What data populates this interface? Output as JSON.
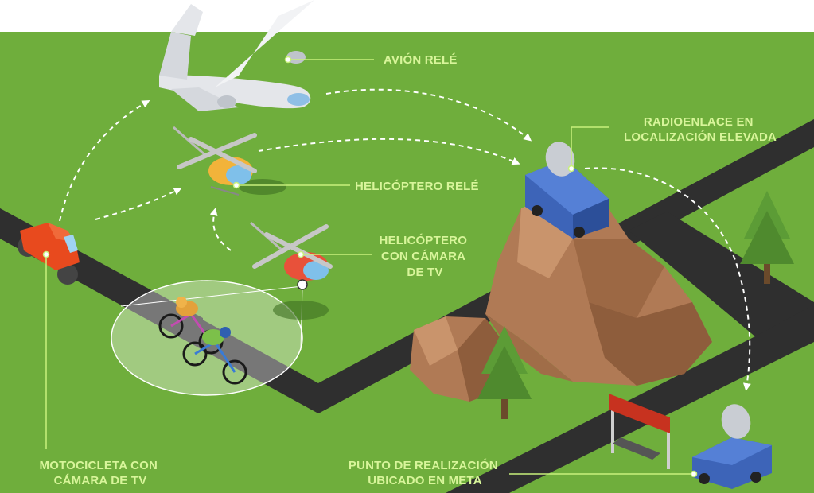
{
  "labels": {
    "avion": [
      "AVIÓN RELÉ"
    ],
    "helicoptero_rele": [
      "HELICÓPTERO RELÉ"
    ],
    "helicoptero_camara": [
      "HELICÓPTERO",
      "CON CÁMARA",
      "DE TV"
    ],
    "radioenlace": [
      "RADIOENLACE EN",
      "LOCALIZACIÓN ELEVADA"
    ],
    "motocicleta": [
      "MOTOCICLETA CON",
      "CÁMARA DE TV"
    ],
    "punto_realizacion": [
      "PUNTO DE REALIZACIÓN",
      "UBICADO EN META"
    ]
  },
  "colors": {
    "grass": "#6fae3c",
    "road": "#2f2f2f",
    "label": "#d8f59a",
    "connector": "#c8f07c",
    "signal": "#ffffff",
    "van": "#3d64b8",
    "rock": "#b07a55",
    "tree": "#4f8a2e"
  }
}
